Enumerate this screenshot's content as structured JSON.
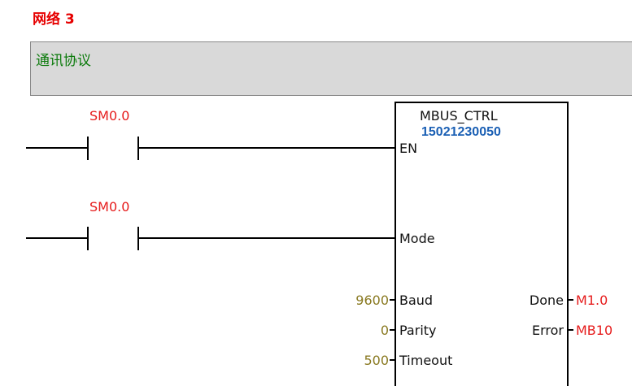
{
  "network": {
    "title": "网络 3",
    "comment": "通讯协议"
  },
  "rungs": [
    {
      "contact": "SM0.0"
    },
    {
      "contact": "SM0.0"
    }
  ],
  "block": {
    "name": "MBUS_CTRL",
    "watermark": "15021230050",
    "inputs": {
      "en": "EN",
      "mode": "Mode",
      "baud": "Baud",
      "parity": "Parity",
      "timeout": "Timeout"
    },
    "outputs": {
      "done": "Done",
      "error": "Error"
    }
  },
  "params": {
    "baud": "9600",
    "parity": "0",
    "timeout": "500",
    "done": "M1.0",
    "error": "MB10"
  }
}
